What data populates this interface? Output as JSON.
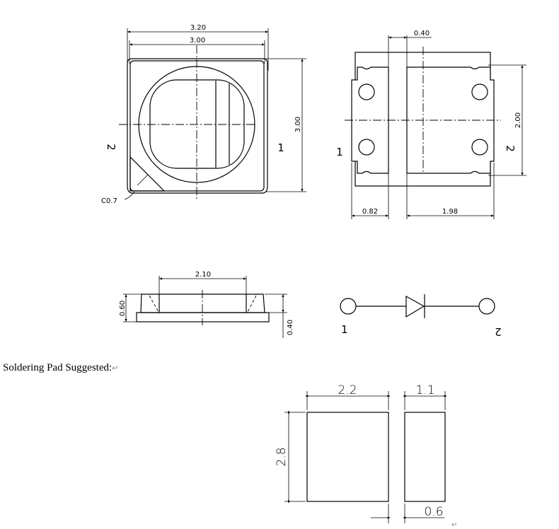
{
  "top_view": {
    "dim_width_outer": "3.20",
    "dim_width_body": "3.00",
    "dim_height": "3.00",
    "pin_left": "2",
    "pin_right": "1",
    "chamfer": "C0.7"
  },
  "bottom_view": {
    "dim_gap": "0.40",
    "dim_pad_height": "2.00",
    "dim_left_pad": "0.82",
    "dim_right_pad": "1.98",
    "pin_left": "1",
    "pin_right": "2"
  },
  "side_view": {
    "dim_lens": "2.10",
    "dim_total_height": "0.60",
    "dim_base_height": "0.40"
  },
  "schematic": {
    "pin_left": "1",
    "pin_right": "2"
  },
  "soldering_pad": {
    "title": "Soldering Pad Suggested:",
    "return_mark": "↵",
    "dim_large_width": "2.2",
    "dim_small_width": "1.1",
    "dim_height": "2.8",
    "dim_gap": "0.6"
  }
}
